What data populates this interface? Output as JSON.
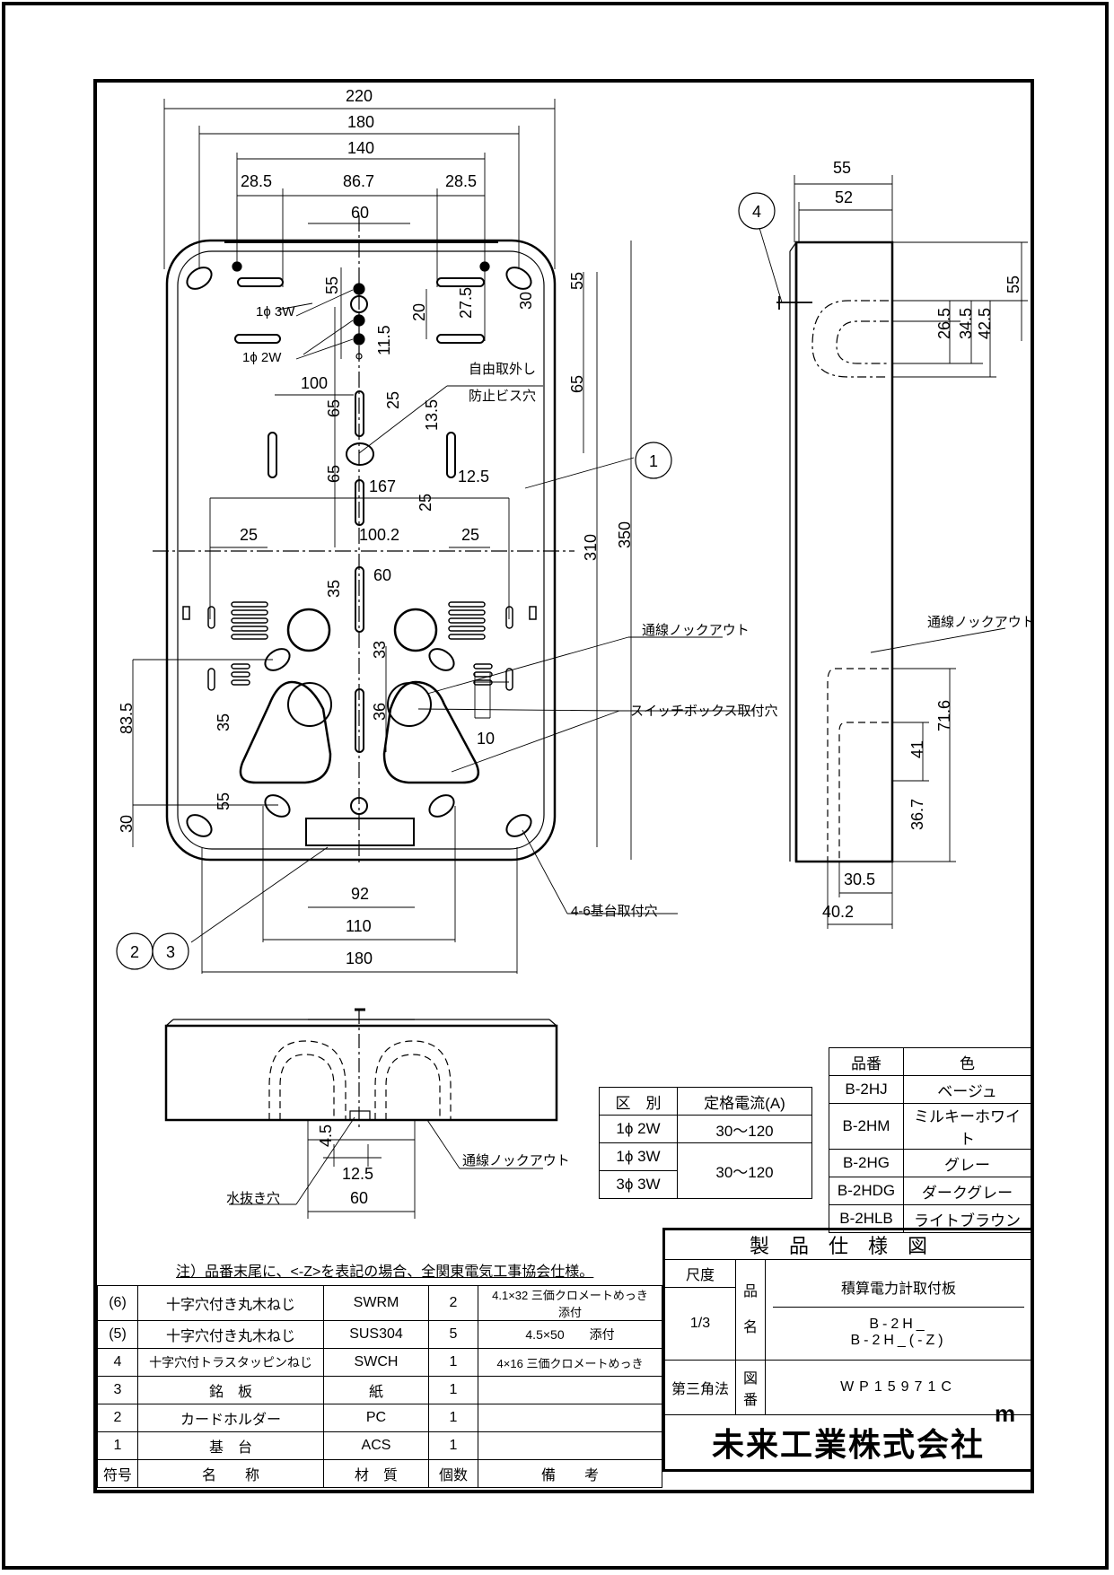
{
  "front_dims": [
    "220",
    "180",
    "140",
    "28.5",
    "86.7",
    "28.5",
    "60",
    "55",
    "27.5",
    "30",
    "20",
    "11.5",
    "55",
    "65",
    "100",
    "25",
    "13.5",
    "65",
    "12.5",
    "65",
    "167",
    "25",
    "25",
    "100.2",
    "25",
    "310",
    "350",
    "60",
    "35",
    "33",
    "36",
    "10",
    "83.5",
    "35",
    "55",
    "30",
    "92",
    "110",
    "180"
  ],
  "side_dims": [
    "55",
    "52",
    "55",
    "26.5",
    "34.5",
    "42.5",
    "71.6",
    "41",
    "36.7",
    "30.5",
    "40.2"
  ],
  "bottom_dims": [
    "4.5",
    "12.5",
    "60"
  ],
  "labels": {
    "phi3w": "1ϕ 3W",
    "phi2w": "1ϕ 2W",
    "jiyu": "自由取外し",
    "boshi": "防止ビス穴",
    "tsusen": "通線ノックアウト",
    "switch": "スイッチボックス取付穴",
    "kidai": "4-6基台取付穴",
    "mizunuki": "水抜き穴",
    "tsusen_side": "通線ノックアウト",
    "tsusen_bottom": "通線ノックアウト",
    "callouts": [
      "1",
      "4",
      "2",
      "3"
    ]
  },
  "rating_table": {
    "headers": [
      "区　別",
      "定格電流(A)"
    ],
    "rows": [
      [
        "1ϕ 2W",
        "30～120"
      ],
      [
        "1ϕ 3W",
        "30～120"
      ],
      [
        "3ϕ 3W",
        ""
      ]
    ]
  },
  "color_table": {
    "headers": [
      "品番",
      "色"
    ],
    "rows": [
      [
        "B-2HJ",
        "ベージュ"
      ],
      [
        "B-2HM",
        "ミルキーホワイト"
      ],
      [
        "B-2HG",
        "グレー"
      ],
      [
        "B-2HDG",
        "ダークグレー"
      ],
      [
        "B-2HLB",
        "ライトブラウン"
      ]
    ]
  },
  "note": "注）品番末尾に、<-Z>を表記の場合、全関東電気工事協会仕様。",
  "parts_table": {
    "headers": [
      "符号",
      "名　　称",
      "材　質",
      "個数",
      "備　　考"
    ],
    "rows": [
      [
        "(6)",
        "十字穴付き丸木ねじ",
        "SWRM",
        "2",
        "4.1×32 三価クロメートめっき　添付"
      ],
      [
        "(5)",
        "十字穴付き丸木ねじ",
        "SUS304",
        "5",
        "4.5×50　　添付"
      ],
      [
        "4",
        "十字穴付トラスタッピンねじ",
        "SWCH",
        "1",
        "4×16 三価クロメートめっき"
      ],
      [
        "3",
        "銘　板",
        "紙",
        "1",
        ""
      ],
      [
        "2",
        "カードホルダー",
        "PC",
        "1",
        ""
      ],
      [
        "1",
        "基　台",
        "ACS",
        "1",
        ""
      ]
    ]
  },
  "title_block": {
    "title": "製品仕様図",
    "scale_label": "尺度",
    "scale": "1/3",
    "name_label_1": "品",
    "name_label_2": "名",
    "product_name": "積算電力計取付板",
    "model_1": "B-2H_",
    "model_2": "B-2H_(-Z)",
    "projection": "第三角法",
    "drawing_label_1": "図",
    "drawing_label_2": "番",
    "drawing_no": "WP15971C",
    "company": "未来工業株式会社",
    "logo": "m"
  }
}
